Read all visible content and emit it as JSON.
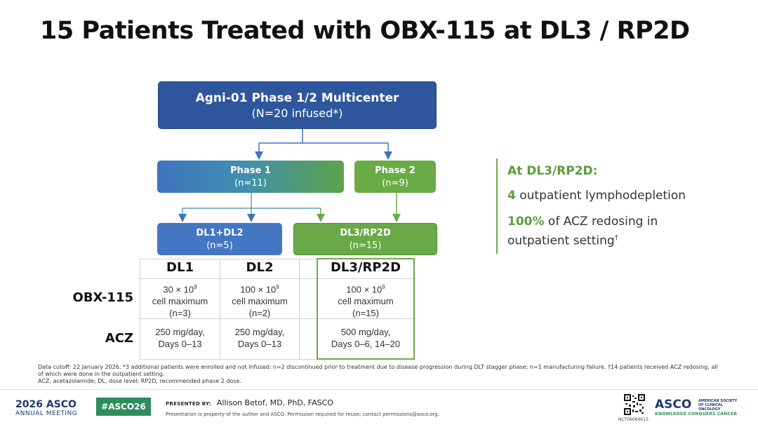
{
  "title": "15 Patients Treated with OBX-115 at DL3 / RP2D",
  "flow": {
    "top": {
      "line1": "Agni-01 Phase 1/2 Multicenter",
      "line2": "(N=20 infused*)"
    },
    "phase1": {
      "line1": "Phase 1",
      "line2": "(n=11)"
    },
    "phase2": {
      "line1": "Phase 2",
      "line2": "(n=9)"
    },
    "dl12": {
      "line1": "DL1+DL2",
      "line2": "(n=5)"
    },
    "dl3": {
      "line1": "DL3/RP2D",
      "line2": "(n=15)"
    }
  },
  "table": {
    "columns": [
      "DL1",
      "DL2",
      "DL3/RP2D"
    ],
    "rows": [
      {
        "label": "OBX-115",
        "cells": [
          {
            "a": "30 × 10",
            "sup": "9",
            "b": "cell maximum",
            "c": "(n=3)"
          },
          {
            "a": "100 × 10",
            "sup": "9",
            "b": "cell maximum",
            "c": "(n=2)"
          },
          {
            "a": "100 × 10",
            "sup": "9",
            "b": "cell maximum",
            "c": "(n=15)"
          }
        ]
      },
      {
        "label": "ACZ",
        "cells": [
          {
            "a": "250 mg/day,",
            "b": "Days 0–13"
          },
          {
            "a": "250 mg/day,",
            "b": "Days 0–13"
          },
          {
            "a": "500 mg/day,",
            "b": "Days 0–6, 14–20"
          }
        ]
      }
    ]
  },
  "side": {
    "heading": "At DL3/RP2D:",
    "item1_num": "4",
    "item1_text": " outpatient lymphodepletion",
    "item2_num": "100%",
    "item2_text": " of ACZ redosing in outpatient setting",
    "item2_sup": "†"
  },
  "footnote": {
    "line1": "Data cutoff: 22 January 2026. *3 additional patients were enrolled and not infused: n=2 discontinued prior to treatment due to disease progression during DLT stagger phase; n=1 manufacturing failure. †14 patients received ACZ redosing, all of which were done in the outpatient setting.",
    "line2": "ACZ, acetazolamide; DL, dose level; RP2D, recommended phase 2 dose."
  },
  "bottom": {
    "meeting_year": "2026",
    "meeting_org": "ASCO",
    "meeting_sub": "ANNUAL MEETING",
    "hashtag": "#ASCO26",
    "presented_label": "PRESENTED BY:",
    "presenter": "Allison Betof, MD, PhD, FASCO",
    "property": "Presentation is property of the author and ASCO. Permission required for reuse; contact permissions@asco.org.",
    "nct": "NCT06060613",
    "asco_logo": "ASCO",
    "asco_society": "AMERICAN SOCIETY OF CLINICAL ONCOLOGY",
    "asco_tagline": "KNOWLEDGE CONQUERS CANCER"
  },
  "colors": {
    "navy": "#2e569c",
    "blue": "#4477c3",
    "green": "#6aab46",
    "accent_text": "#5a9e3c"
  }
}
